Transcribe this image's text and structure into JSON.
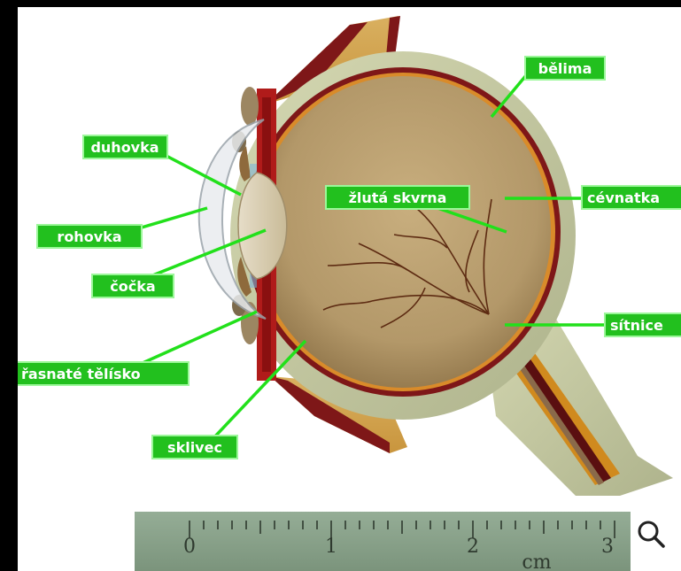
{
  "labels": {
    "belima": "bělima",
    "duhovka": "duhovka",
    "zluta_skvrna": "žlutá skvrna",
    "cevnatka": "cévnatka",
    "rohovka": "rohovka",
    "cocka": "čočka",
    "sitnice": "sítnice",
    "rasnate_telisko": "řasnaté tělísko",
    "sklivec": "sklivec"
  },
  "ruler": {
    "ticks": [
      "0",
      "1",
      "2",
      "3"
    ],
    "unit": "cm"
  },
  "colors": {
    "label_bg": "#22c01e",
    "label_border": "#9cf79a",
    "leader_line": "#22e01b",
    "sclera": "#c6cba2",
    "vitreous": "#b59a6c",
    "choroid": "#7e1718",
    "ruler": "#88a28a"
  },
  "icons": {
    "zoom": "magnifier-icon"
  }
}
